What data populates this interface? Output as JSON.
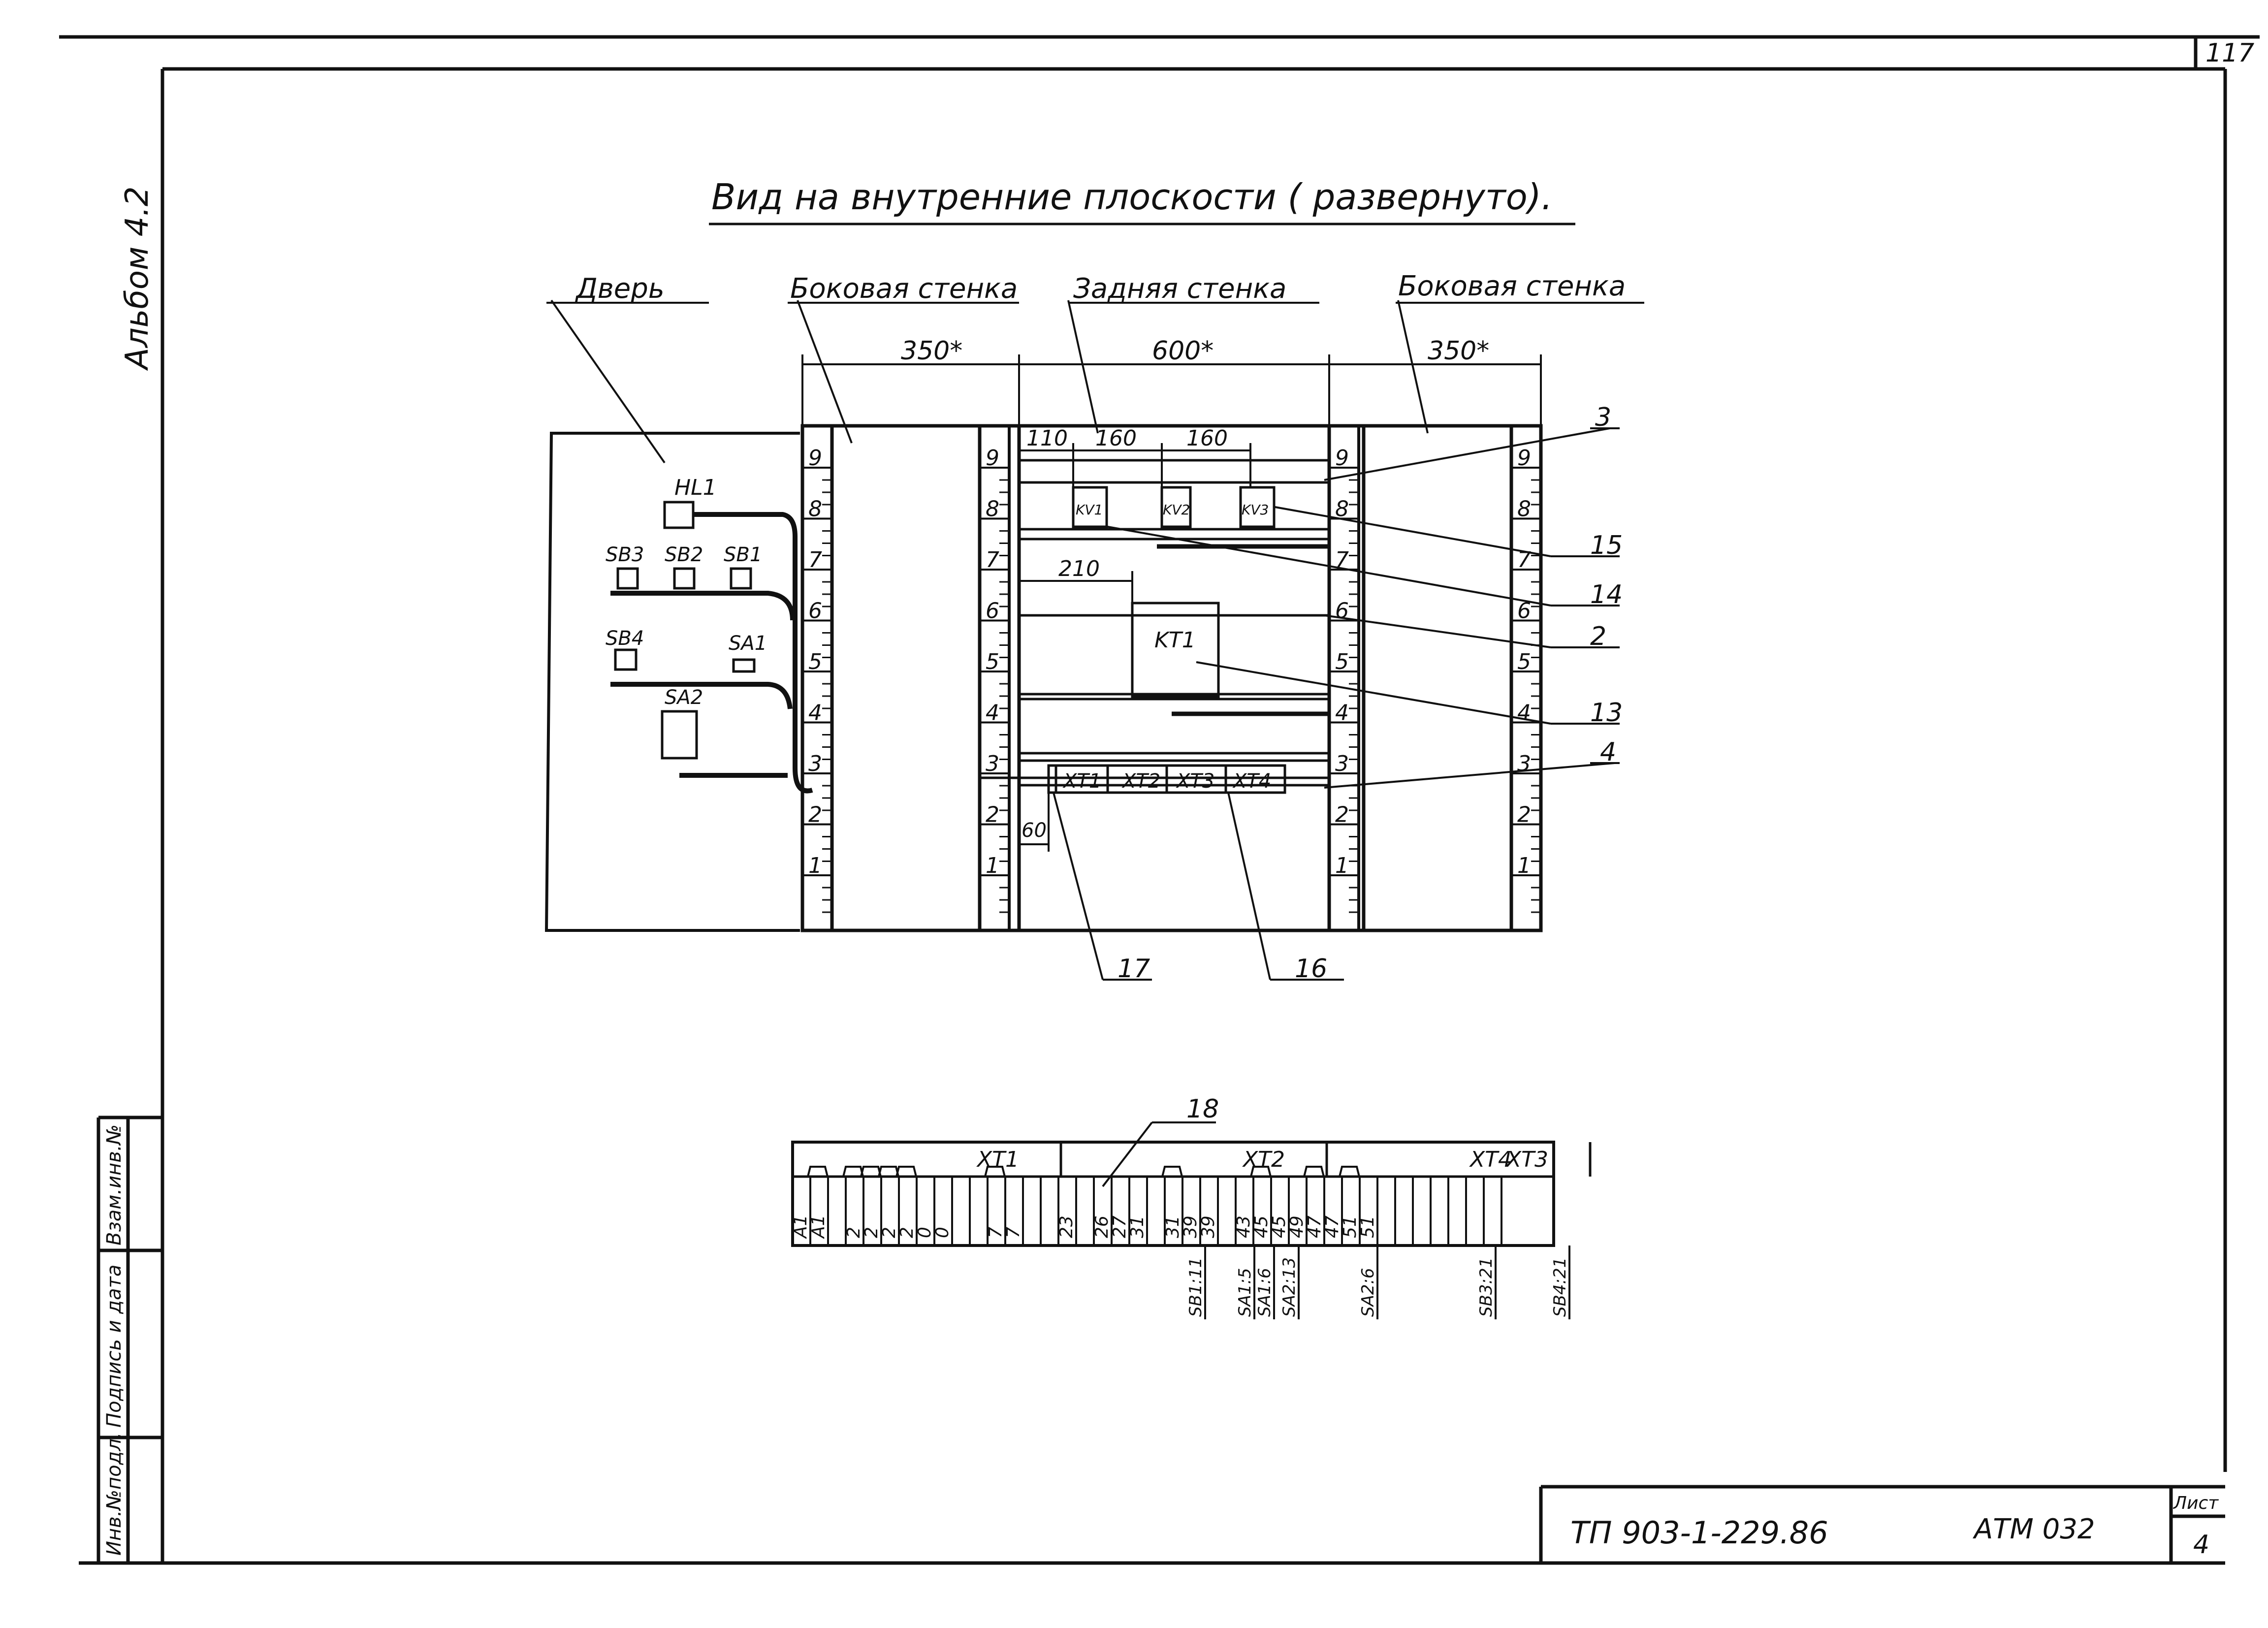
{
  "sheet": {
    "corner_number": "117",
    "album": "Альбом 4.2",
    "title": "Вид на внутренние плоскости ( развернуто).",
    "doc_code": "ТП 903-1-229.86",
    "doc_mark": "АТМ  032",
    "sheet_label": "Лист",
    "sheet_number": "4",
    "stamp_inv": "Инв.№подл.",
    "stamp_sign": "Подпись и дата",
    "stamp_vzam": "Взам.инв.№"
  },
  "views": {
    "door": "Дверь",
    "side_left": "Боковая стенка",
    "back": "Задняя стенка",
    "side_right": "Боковая стенка"
  },
  "dims": {
    "left": "350*",
    "back": "600*",
    "right": "350*",
    "d110": "110",
    "d160a": "160",
    "d160b": "160",
    "d210": "210",
    "d60": "60"
  },
  "scale_numbers": [
    "9",
    "8",
    "7",
    "6",
    "5",
    "4",
    "3",
    "2",
    "1"
  ],
  "door_devices": {
    "hl1": "HL1",
    "sb3": "SB3",
    "sb2": "SB2",
    "sb1": "SB1",
    "sb4": "SB4",
    "sa1": "SA1",
    "sa2": "SA2"
  },
  "back_devices": {
    "kv1": "KV1",
    "kv2": "KV2",
    "kv3": "KV3",
    "kt1": "KT1",
    "xt1": "XT1",
    "xt2": "XT2",
    "xt3": "XT3",
    "xt4": "XT4"
  },
  "callouts": {
    "c3": "3",
    "c15": "15",
    "c14": "14",
    "c2": "2",
    "c13": "13",
    "c4": "4",
    "c17": "17",
    "c16": "16",
    "c18": "18"
  },
  "strip": {
    "blocks": [
      "XT1",
      "XT2",
      "XT3",
      "XT4"
    ],
    "cells": [
      "A1",
      "A1",
      "",
      "2",
      "2",
      "2",
      "2",
      "0",
      "0",
      "",
      "",
      "7",
      "7",
      "",
      "",
      "23",
      "",
      "26",
      "27",
      "31",
      "",
      "31",
      "39",
      "39",
      "",
      "43",
      "45",
      "45",
      "49",
      "47",
      "47",
      "51",
      "51",
      "",
      "",
      "",
      "",
      "",
      "",
      "",
      ""
    ],
    "wire_labels": [
      "SB1:11",
      "SA1:5",
      "SA1:6",
      "SA2:13",
      "SA2:6",
      "SB3:21",
      "SB4:21"
    ]
  }
}
